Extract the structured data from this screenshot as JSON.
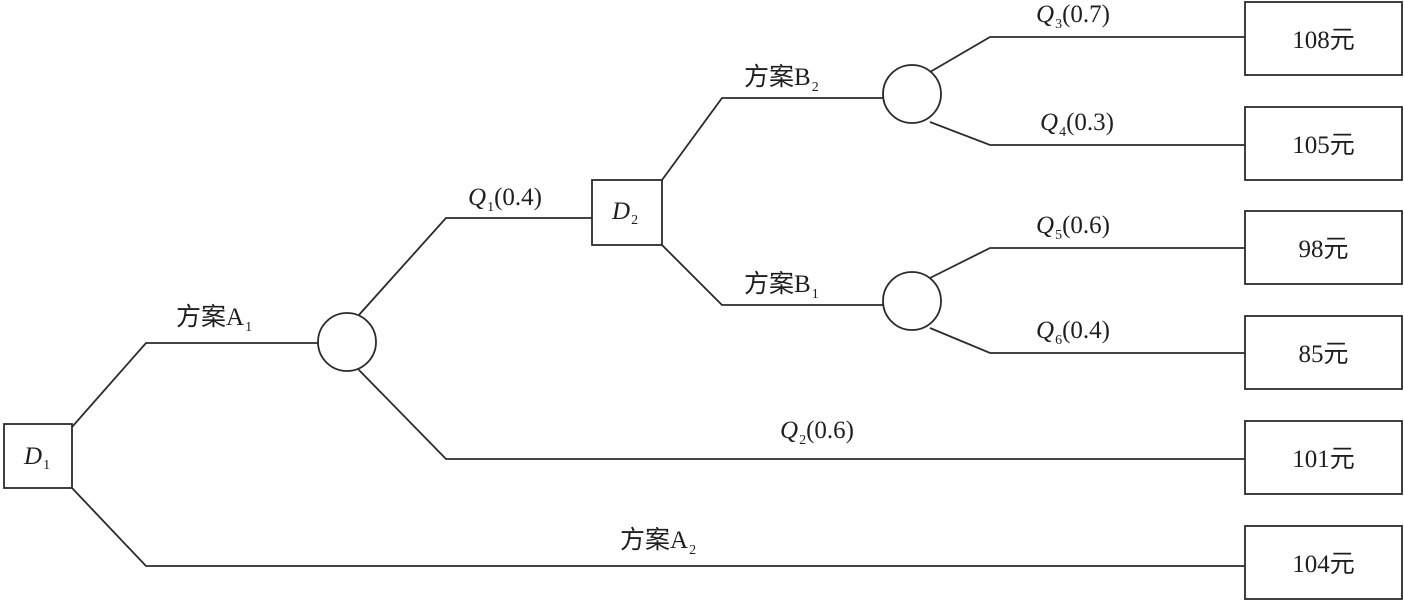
{
  "decision_nodes": {
    "d1": {
      "letter": "D",
      "sub": "1"
    },
    "d2": {
      "letter": "D",
      "sub": "2"
    }
  },
  "branches": {
    "a1": {
      "text": "方案A",
      "sub": "1"
    },
    "a2": {
      "text": "方案A",
      "sub": "2"
    },
    "b1": {
      "text": "方案B",
      "sub": "1"
    },
    "b2": {
      "text": "方案B",
      "sub": "2"
    }
  },
  "events": {
    "q1": {
      "letter": "Q",
      "sub": "1",
      "prob": "(0.4)"
    },
    "q2": {
      "letter": "Q",
      "sub": "2",
      "prob": "(0.6)"
    },
    "q3": {
      "letter": "Q",
      "sub": "3",
      "prob": "(0.7)"
    },
    "q4": {
      "letter": "Q",
      "sub": "4",
      "prob": "(0.3)"
    },
    "q5": {
      "letter": "Q",
      "sub": "5",
      "prob": "(0.6)"
    },
    "q6": {
      "letter": "Q",
      "sub": "6",
      "prob": "(0.4)"
    }
  },
  "outcomes": {
    "o1": "108元",
    "o2": "105元",
    "o3": "98元",
    "o4": "85元",
    "o5": "101元",
    "o6": "104元"
  }
}
